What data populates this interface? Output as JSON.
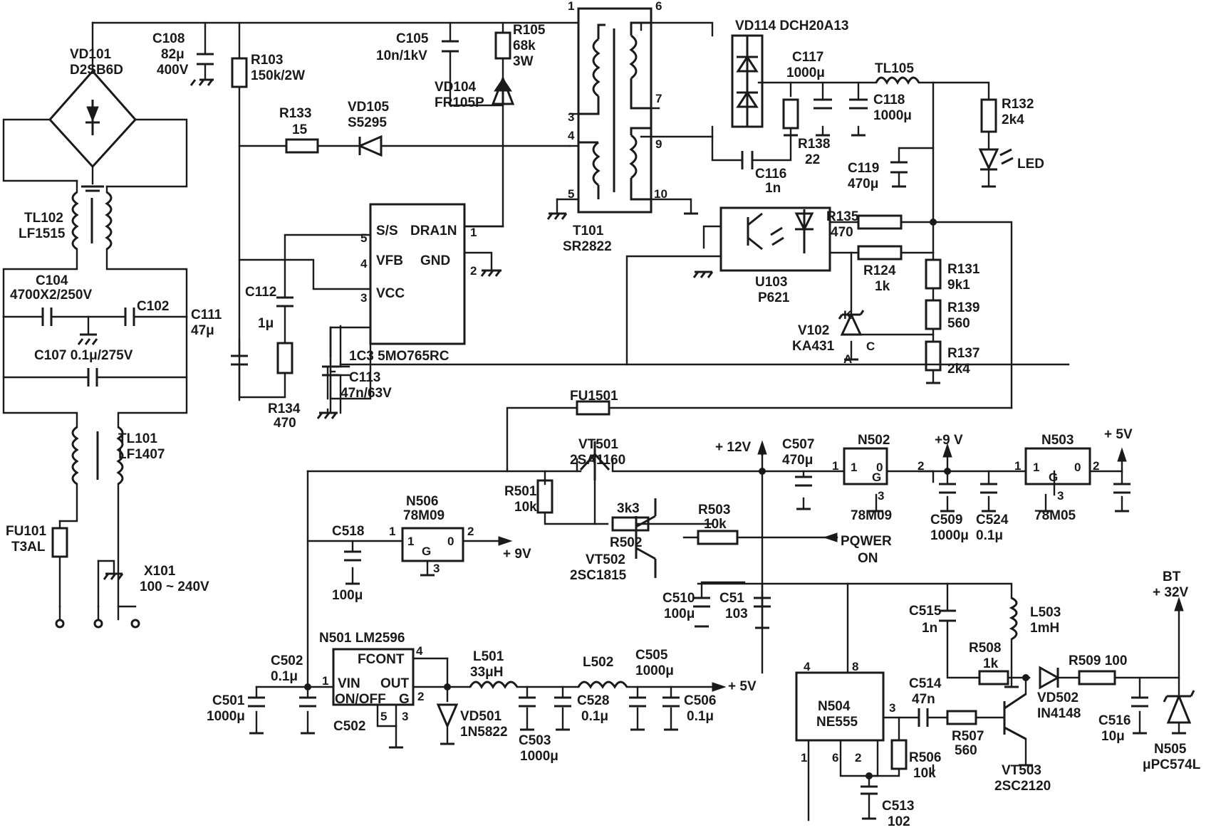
{
  "bridge": {
    "ref": "VD101",
    "value": "D2SB6D"
  },
  "c108": {
    "ref": "C108",
    "value": "82μ",
    "rating": "400V"
  },
  "r103": {
    "ref": "R103",
    "value": "150k/2W"
  },
  "c105": {
    "ref": "C105",
    "value": "10n/1kV"
  },
  "r105": {
    "ref": "R105",
    "value": "68k",
    "rating": "3W"
  },
  "vd104": {
    "ref": "VD104",
    "value": "FR105P"
  },
  "r133": {
    "ref": "R133",
    "value": "15"
  },
  "vd105": {
    "ref": "VD105",
    "value": "S5295"
  },
  "t101": {
    "ref": "T101",
    "value": "SR2822",
    "pins": [
      "1",
      "6",
      "3",
      "4",
      "5",
      "7",
      "9",
      "10"
    ]
  },
  "vd114": {
    "label": "VD114 DCH20A13"
  },
  "c117": {
    "ref": "C117",
    "value": "1000μ"
  },
  "c118": {
    "ref": "C118",
    "value": "1000μ"
  },
  "tl105": {
    "ref": "TL105"
  },
  "r132": {
    "ref": "R132",
    "value": "2k4"
  },
  "led": {
    "ref": "LED"
  },
  "r138": {
    "ref": "R138",
    "value": "22"
  },
  "c116": {
    "ref": "C116",
    "value": "1n"
  },
  "c119": {
    "ref": "C119",
    "value": "470μ"
  },
  "tl102": {
    "ref": "TL102",
    "value": "LF1515"
  },
  "c104": {
    "ref": "C104",
    "value": "4700X2/250V"
  },
  "c102": {
    "ref": "C102"
  },
  "c111": {
    "ref": "C111",
    "value": "47μ"
  },
  "c107": {
    "label": "C107 0.1μ/275V"
  },
  "tl101": {
    "ref": "TL101",
    "value": "LF1407"
  },
  "fu101": {
    "ref": "FU101",
    "value": "T3AL"
  },
  "x101": {
    "ref": "X101",
    "value": "100 ~ 240V"
  },
  "ic3": {
    "label": "1C3 5MO765RC",
    "pins": {
      "ss": "S/S",
      "drain": "DRA1N",
      "vfb": "VFB",
      "gnd": "GND",
      "vcc": "VCC"
    },
    "pin_numbers": [
      "5",
      "1",
      "4",
      "2",
      "3"
    ]
  },
  "c112": {
    "ref": "C112",
    "value": "1μ"
  },
  "r134": {
    "ref": "R134",
    "value": "470"
  },
  "c113": {
    "ref": "C113",
    "value": "47n/63V"
  },
  "u103": {
    "ref": "U103",
    "value": "P621"
  },
  "r135": {
    "ref": "R135",
    "value": "470"
  },
  "r124": {
    "ref": "R124",
    "value": "1k"
  },
  "r131": {
    "ref": "R131",
    "value": "9k1"
  },
  "r139": {
    "ref": "R139",
    "value": "560"
  },
  "r137": {
    "ref": "R137",
    "value": "2k4"
  },
  "v102": {
    "ref": "V102",
    "value": "KA431",
    "pins": [
      "K",
      "A",
      "C"
    ]
  },
  "fu1501": {
    "ref": "FU1501"
  },
  "vt501": {
    "ref": "VT501",
    "value": "2SA1160"
  },
  "rail12": {
    "label": "+ 12V"
  },
  "c507": {
    "ref": "C507",
    "value": "470μ"
  },
  "n502": {
    "ref": "N502",
    "value": "78M09",
    "pins": [
      "1",
      "G",
      "0",
      "2",
      "3"
    ]
  },
  "rail9": {
    "label": "+9 V"
  },
  "n503": {
    "ref": "N503",
    "value": "78M05",
    "pins": [
      "1",
      "G",
      "0",
      "2",
      "3"
    ]
  },
  "rail5": {
    "label": "+ 5V"
  },
  "c509": {
    "ref": "C509",
    "value": "1000μ"
  },
  "c524": {
    "ref": "C524",
    "value": "0.1μ"
  },
  "r501": {
    "ref": "R501",
    "value": "10k"
  },
  "r502": {
    "ref": "R502",
    "value": "3k3"
  },
  "r503": {
    "ref": "R503",
    "value": "10k"
  },
  "power_on": {
    "line1": "PQWER",
    "line2": "ON"
  },
  "vt502": {
    "ref": "VT502",
    "value": "2SC1815"
  },
  "n506": {
    "ref": "N506",
    "value": "78M09",
    "pins": [
      "1",
      "G",
      "0",
      "2",
      "3"
    ]
  },
  "c518": {
    "ref": "C518",
    "value": "100μ"
  },
  "out9": {
    "label": "+ 9V"
  },
  "c510": {
    "ref": "C510",
    "value": "100μ"
  },
  "c51": {
    "ref": "C51",
    "value": "103"
  },
  "n501": {
    "label": "N501 LM2596",
    "pins": {
      "fcont": "FCONT",
      "vin": "VIN",
      "out": "OUT",
      "onoff": "ON/OFF",
      "g": "G"
    },
    "pin_numbers": [
      "4",
      "1",
      "2",
      "5",
      "3"
    ]
  },
  "c502a": {
    "ref": "C502",
    "value": "0.1μ"
  },
  "c502b": {
    "ref": "C502"
  },
  "c501": {
    "ref": "C501",
    "value": "1000μ"
  },
  "l501": {
    "ref": "L501",
    "value": "33μH"
  },
  "vd501": {
    "ref": "VD501",
    "value": "1N5822"
  },
  "c503": {
    "ref": "C503",
    "value": "1000μ"
  },
  "l502": {
    "ref": "L502"
  },
  "c528": {
    "ref": "C528",
    "value": "0.1μ"
  },
  "c505": {
    "ref": "C505",
    "value": "1000μ"
  },
  "c506": {
    "ref": "C506",
    "value": "0.1μ"
  },
  "out5": {
    "label": "+ 5V"
  },
  "c515": {
    "ref": "C515",
    "value": "1n"
  },
  "l503": {
    "ref": "L503",
    "value": "1mH"
  },
  "r508": {
    "ref": "R508",
    "value": "1k"
  },
  "vd502": {
    "ref": "VD502",
    "value": "IN4148"
  },
  "r509": {
    "label": "R509 100"
  },
  "bt": {
    "line1": "BT",
    "line2": "+ 32V"
  },
  "n504": {
    "ref": "N504",
    "value": "NE555",
    "pins": [
      "4",
      "8",
      "3",
      "1",
      "6",
      "2"
    ]
  },
  "c514": {
    "ref": "C514",
    "value": "47n"
  },
  "r507": {
    "ref": "R507",
    "value": "560"
  },
  "r506": {
    "ref": "R506",
    "value": "10k"
  },
  "c513": {
    "ref": "C513",
    "value": "102"
  },
  "vt503": {
    "ref": "VT503",
    "value": "2SC2120"
  },
  "c516": {
    "ref": "C516",
    "value": "10μ"
  },
  "n505": {
    "ref": "N505",
    "value": "μPC574L"
  }
}
